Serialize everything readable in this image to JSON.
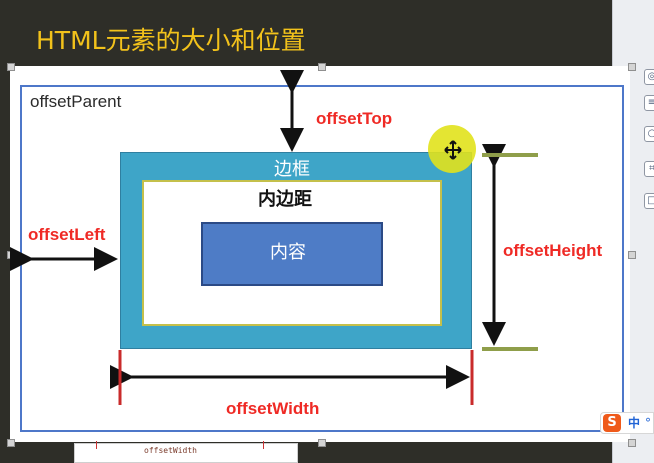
{
  "slide": {
    "title": "HTML元素的大小和位置"
  },
  "diagram": {
    "offset_parent": "offsetParent",
    "offset_top": "offsetTop",
    "offset_left": "offsetLeft",
    "offset_height": "offsetHeight",
    "offset_width": "offsetWidth",
    "border_label": "边框",
    "padding_label": "内边距",
    "content_label": "内容"
  },
  "thumbnail": {
    "label": "offsetWidth"
  },
  "ime": {
    "logo": "S",
    "mode": "中",
    "dot": "°"
  },
  "toolbar": {
    "icons": [
      "chat-icon",
      "layers-icon",
      "circle-icon",
      "crop-icon",
      "copy-icon"
    ]
  },
  "colors": {
    "title": "#f2c21b",
    "label_red": "#ef2a25",
    "border_blue": "#3ea5c8",
    "content_blue": "#4e7cc6"
  }
}
